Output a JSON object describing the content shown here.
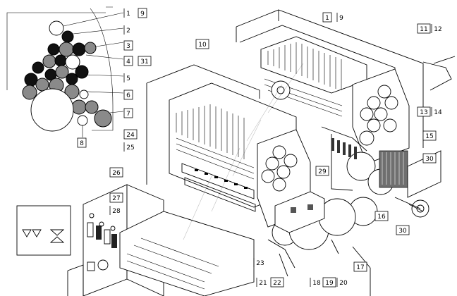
{
  "callouts": {
    "c1": "1",
    "c9": "9",
    "c2": "2",
    "c3": "3",
    "c4": "4",
    "c31": "31",
    "c5": "5",
    "c6": "6",
    "c7": "7",
    "c8": "8",
    "c10": "10",
    "c1b": "1",
    "c9b": "9",
    "c11": "11",
    "c12": "12",
    "c13": "13",
    "c14": "14",
    "c15": "15",
    "c30a": "30",
    "c30b": "30",
    "c16": "16",
    "c17": "17",
    "c24": "24",
    "c25": "25",
    "c26": "26",
    "c29": "29",
    "c27": "27",
    "c28": "28",
    "c23": "23",
    "c21": "21",
    "c22": "22",
    "c18": "18",
    "c19": "19",
    "c20": "20"
  },
  "palette": {
    "dark": "#111111",
    "mid": "#8a8a8a",
    "light": "#ffffff"
  }
}
